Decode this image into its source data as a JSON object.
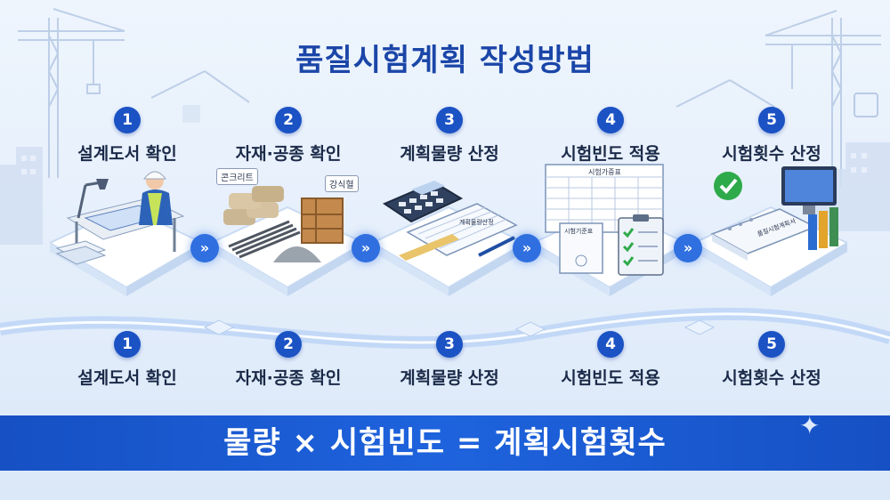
{
  "title": "품질시험계획 작성방법",
  "steps": [
    {
      "num": "1",
      "label": "설계도서 확인",
      "icon": "designer-desk-icon"
    },
    {
      "num": "2",
      "label": "자재·공종 확인",
      "icon": "materials-icon",
      "tags": [
        "콘크리트",
        "강식혈"
      ]
    },
    {
      "num": "3",
      "label": "계획물량 산정",
      "icon": "calculator-icon",
      "doc_label": "계획물량산정"
    },
    {
      "num": "4",
      "label": "시험빈도 적용",
      "icon": "frequency-table-icon",
      "doc_label": "시험가중표",
      "doc_label2": "시험기준표"
    },
    {
      "num": "5",
      "label": "시험횟수 산정",
      "icon": "test-count-icon",
      "doc_label": "품질시험계획서"
    }
  ],
  "formula": "물량 × 시험빈도 = 계획시험횟수",
  "colors": {
    "primary": "#1b46a8",
    "bar": "#1e63dd",
    "badge": "#1b52c4"
  }
}
